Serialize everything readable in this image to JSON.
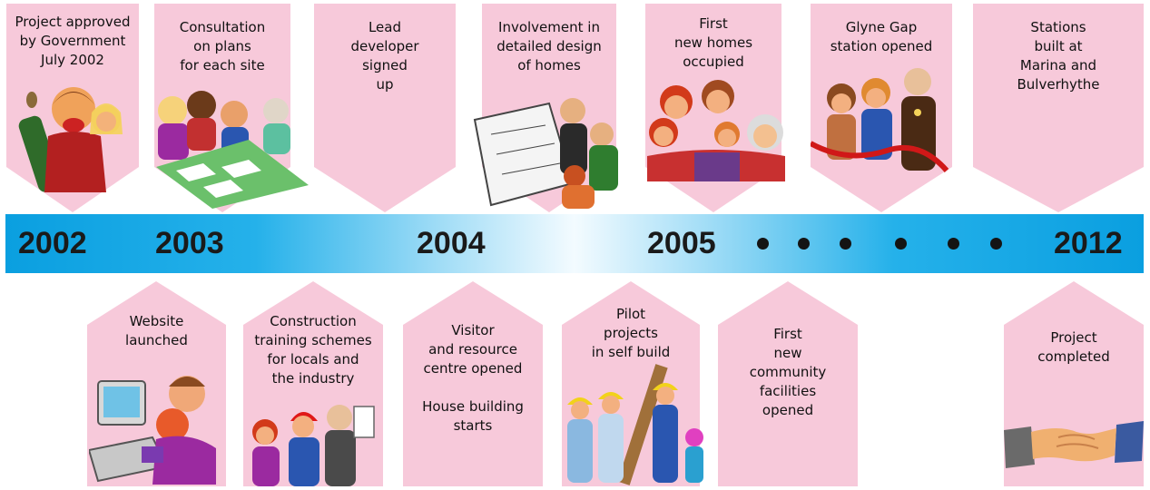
{
  "colors": {
    "card": "#f7c9da",
    "bar_dark": "#0a9fe0",
    "bar_light": "#f3fbff",
    "text": "#111111"
  },
  "top_events": [
    {
      "label": "Project approved\nby Government\nJuly 2002",
      "illustration": "champagne-celebration-icon"
    },
    {
      "label": "Consultation\non plans\nfor each site",
      "illustration": "people-with-site-model-icon"
    },
    {
      "label": "Lead\ndeveloper\nsigned\nup"
    },
    {
      "label": "Involvement in\ndetailed design\nof homes",
      "illustration": "people-reviewing-plans-icon"
    },
    {
      "label": "First\nnew homes\noccupied",
      "illustration": "family-group-icon"
    },
    {
      "label": "Glyne Gap\nstation opened",
      "illustration": "ribbon-cutting-icon"
    },
    {
      "label": "Stations\nbuilt at\nMarina and\nBulverhythe"
    }
  ],
  "bottom_events": [
    {
      "label": "Website\nlaunched",
      "illustration": "person-at-computer-icon"
    },
    {
      "label": "Construction\ntraining schemes\nfor locals and\nthe industry",
      "illustration": "workers-training-icon"
    },
    {
      "label": "Visitor\nand resource\ncentre opened\n\nHouse building\nstarts"
    },
    {
      "label": "Pilot\nprojects\nin self build",
      "illustration": "builders-carrying-plank-icon"
    },
    {
      "label": "First\nnew\ncommunity\nfacilities\nopened"
    },
    {
      "label": "Project\ncompleted",
      "illustration": "handshake-icon"
    }
  ],
  "timeline": {
    "years": [
      "2002",
      "2003",
      "2004",
      "2005",
      "2012"
    ],
    "ellipsis": "• • • • • •"
  }
}
